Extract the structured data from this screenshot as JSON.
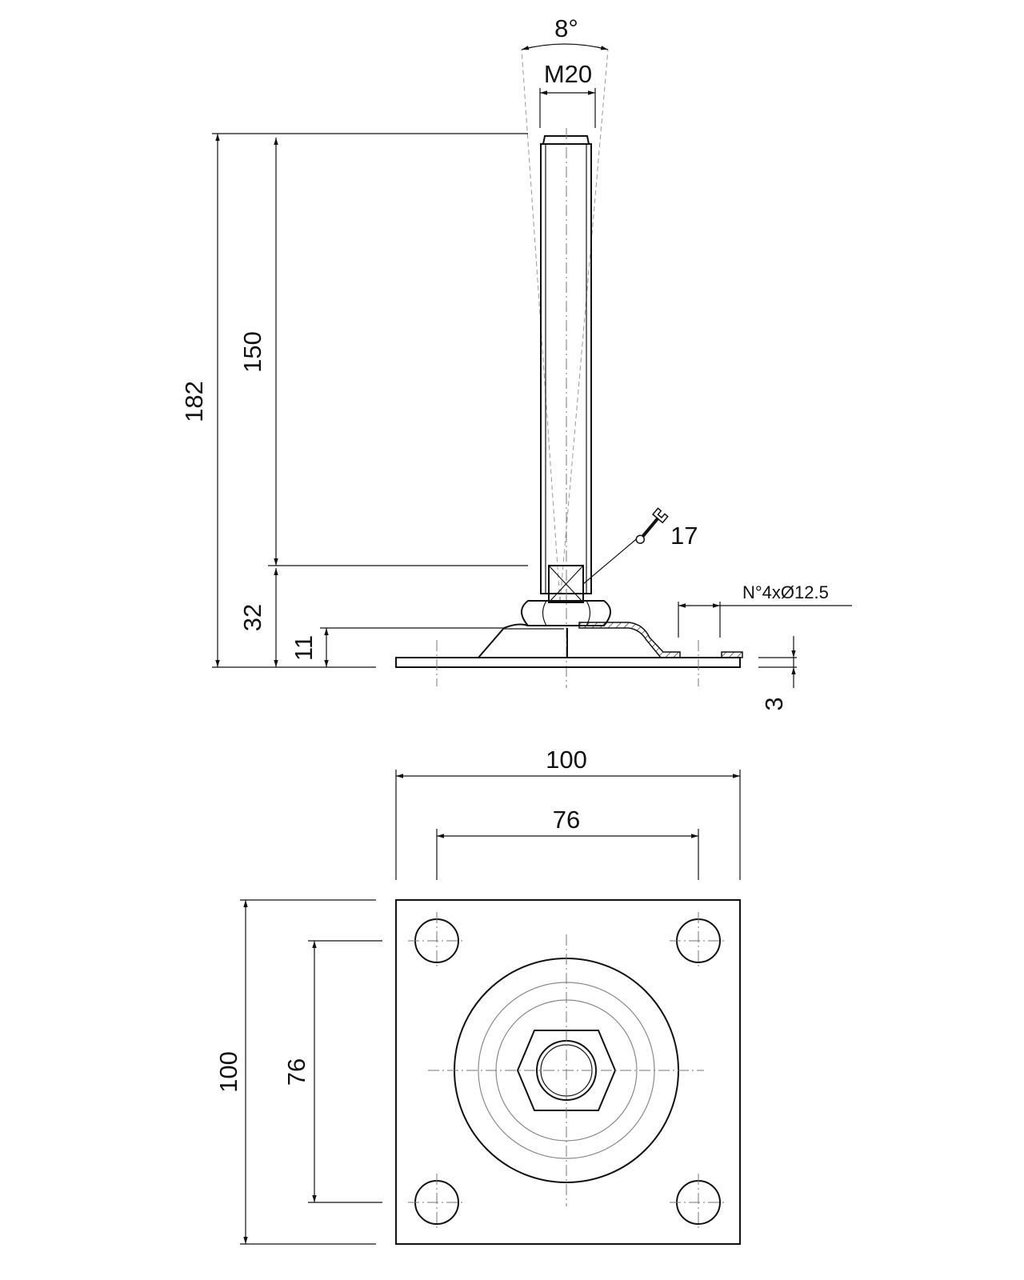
{
  "side_view": {
    "angle_label": "8°",
    "thread_label": "M20",
    "total_height_label": "182",
    "stem_length_label": "150",
    "base_height_label": "32",
    "cup_height_label": "11",
    "plate_thickness_label": "3",
    "wrench_size_label": "17",
    "holes_label": "N°4xØ12.5"
  },
  "top_view": {
    "plate_width_label": "100",
    "hole_spacing_x_label": "76",
    "plate_height_label": "100",
    "hole_spacing_y_label": "76"
  }
}
